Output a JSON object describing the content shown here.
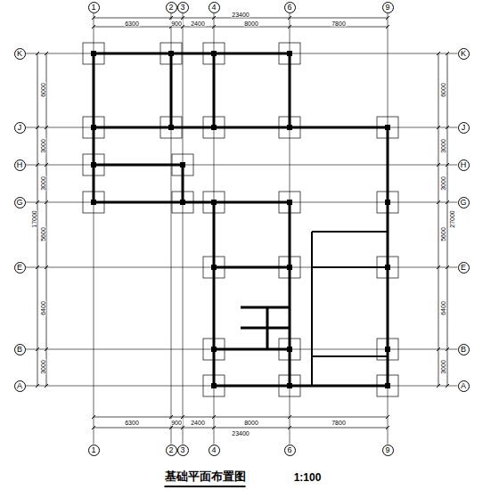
{
  "diagram": {
    "title": "基础平面布置图",
    "nodes": [
      {
        "text": [
          "1"
        ]
      },
      {
        "text": [
          "2"
        ]
      },
      {
        "text": [
          "3"
        ]
      },
      {
        "text": [
          "4"
        ]
      },
      {
        "text": [
          "6"
        ]
      },
      {
        "text": [
          "9"
        ]
      },
      {
        "text": [
          "K"
        ]
      },
      {
        "text": [
          "J"
        ]
      },
      {
        "text": [
          "H"
        ]
      },
      {
        "text": [
          "G"
        ]
      },
      {
        "text": [
          "E"
        ]
      },
      {
        "text": [
          "B"
        ]
      },
      {
        "text": [
          "A"
        ]
      },
      {
        "text": [
          "K"
        ]
      },
      {
        "text": [
          "J"
        ]
      },
      {
        "text": [
          "H"
        ]
      },
      {
        "text": [
          "G"
        ]
      },
      {
        "text": [
          "E"
        ]
      },
      {
        "text": [
          "B"
        ]
      },
      {
        "text": [
          "A"
        ]
      },
      {
        "text": [
          "1"
        ]
      },
      {
        "text": [
          "2"
        ]
      },
      {
        "text": [
          "3"
        ]
      },
      {
        "text": [
          "4"
        ]
      },
      {
        "text": [
          "6"
        ]
      },
      {
        "text": [
          "9"
        ]
      }
    ],
    "edges": [
      {
        "from": 0,
        "to": 20,
        "arrow": "none"
      },
      {
        "from": 1,
        "to": 21,
        "arrow": "none"
      },
      {
        "from": 2,
        "to": 22,
        "arrow": "none"
      },
      {
        "from": 3,
        "to": 23,
        "arrow": "none"
      },
      {
        "from": 4,
        "to": 24,
        "arrow": "none"
      },
      {
        "from": 5,
        "to": 25,
        "arrow": "none"
      },
      {
        "from": 6,
        "to": 13,
        "arrow": "none"
      },
      {
        "from": 7,
        "to": 14,
        "arrow": "none"
      },
      {
        "from": 8,
        "to": 15,
        "arrow": "none"
      },
      {
        "from": 9,
        "to": 16,
        "arrow": "none"
      },
      {
        "from": 10,
        "to": 17,
        "arrow": "none"
      },
      {
        "from": 11,
        "to": 18,
        "arrow": "none"
      },
      {
        "from": 12,
        "to": 19,
        "arrow": "none"
      }
    ],
    "labels": [
      "6300",
      "900",
      "2400",
      "8000",
      "7800",
      "23400",
      "6000",
      "3000",
      "3000",
      "5600",
      "6400",
      "3000",
      "17000",
      "6000",
      "3000",
      "3000",
      "5600",
      "6400",
      "3000",
      "27000",
      "6300",
      "900",
      "2400",
      "8000",
      "7800",
      "23400",
      "1:100"
    ]
  }
}
